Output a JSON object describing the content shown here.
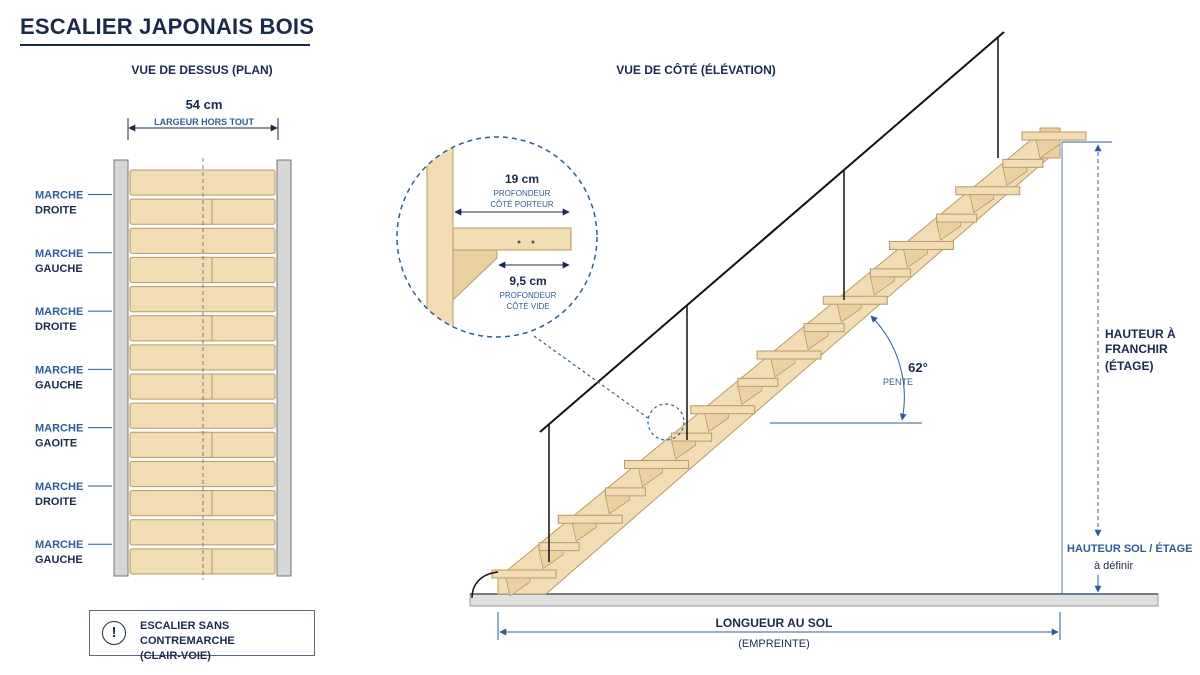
{
  "title": "ESCALIER JAPONAIS BOIS",
  "plan": {
    "heading": "VUE DE DESSUS (PLAN)",
    "width_value": "54 cm",
    "width_label": "LARGEUR HORS TOUT",
    "steps": [
      {
        "line1": "MARCHE",
        "line2": "DROITE"
      },
      {
        "line1": "MARCHE",
        "line2": "GAUCHE"
      },
      {
        "line1": "MARCHE",
        "line2": "DROITE"
      },
      {
        "line1": "MARCHE",
        "line2": "GAUCHE"
      },
      {
        "line1": "MARCHE",
        "line2": "GAOITE"
      },
      {
        "line1": "MARCHE",
        "line2": "DROITE"
      },
      {
        "line1": "MARCHE",
        "line2": "GAUCHE"
      }
    ]
  },
  "note": {
    "icon": "exclamation-circle-icon",
    "symbol": "!",
    "line1": "ESCALIER SANS CONTREMARCHE",
    "line2": "(CLAIR-VOIE)"
  },
  "elevation": {
    "heading": "VUE DE CÔTÉ (ÉLÉVATION)",
    "detail": {
      "depth_carrier_value": "19 cm",
      "depth_carrier_label1": "PROFONDEUR",
      "depth_carrier_label2": "CÔTÉ PORTEUR",
      "depth_void_value": "9,5 cm",
      "depth_void_label1": "PROFONDEUR",
      "depth_void_label2": "CÔTÉ VIDE"
    },
    "angle_value": "62°",
    "angle_label": "PENTE",
    "height_label1": "HAUTEUR À",
    "height_label2": "FRANCHIR",
    "height_label3": "(ÉTAGE)",
    "floor_height_label": "HAUTEUR SOL / ÉTAGE",
    "floor_height_value": "à définir",
    "length_label1": "LONGUEUR AU SOL",
    "length_label2": "(EMPREINTE)"
  },
  "colors": {
    "navy": "#1b2a4a",
    "accent_blue": "#2f5d93",
    "wood": "#f2dcb3",
    "wood_edge": "#b79a6a",
    "post": "#d6d6d6"
  }
}
